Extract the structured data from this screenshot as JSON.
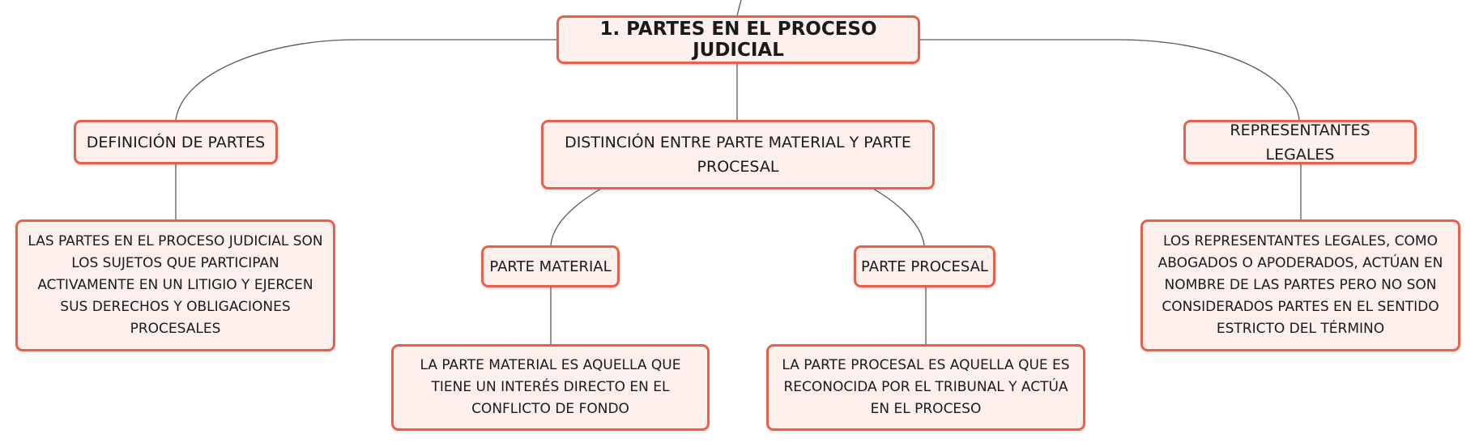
{
  "mindmap": {
    "root": {
      "label": "1. PARTES EN EL PROCESO JUDICIAL"
    },
    "branches": [
      {
        "label": "DEFINICIÓN DE PARTES",
        "detail": "LAS PARTES EN EL PROCESO JUDICIAL SON LOS SUJETOS QUE PARTICIPAN ACTIVAMENTE EN UN LITIGIO Y EJERCEN SUS DERECHOS Y OBLIGACIONES PROCESALES"
      },
      {
        "label": "DISTINCIÓN ENTRE PARTE MATERIAL Y PARTE PROCESAL",
        "children": [
          {
            "label": "PARTE MATERIAL",
            "detail": "LA PARTE MATERIAL ES AQUELLA QUE TIENE UN INTERÉS DIRECTO EN EL CONFLICTO DE FONDO"
          },
          {
            "label": "PARTE PROCESAL",
            "detail": "LA PARTE PROCESAL ES AQUELLA QUE ES RECONOCIDA POR EL TRIBUNAL Y ACTÚA EN EL PROCESO"
          }
        ]
      },
      {
        "label": "REPRESENTANTES LEGALES",
        "detail": "LOS REPRESENTANTES LEGALES, COMO ABOGADOS O APODERADOS, ACTÚAN EN NOMBRE DE LAS PARTES PERO NO SON CONSIDERADOS PARTES EN EL SENTIDO ESTRICTO DEL TÉRMINO"
      }
    ]
  },
  "colors": {
    "node_border": "#e4614b",
    "node_fill": "#fdf0ec",
    "connector": "#5a5a5a"
  }
}
